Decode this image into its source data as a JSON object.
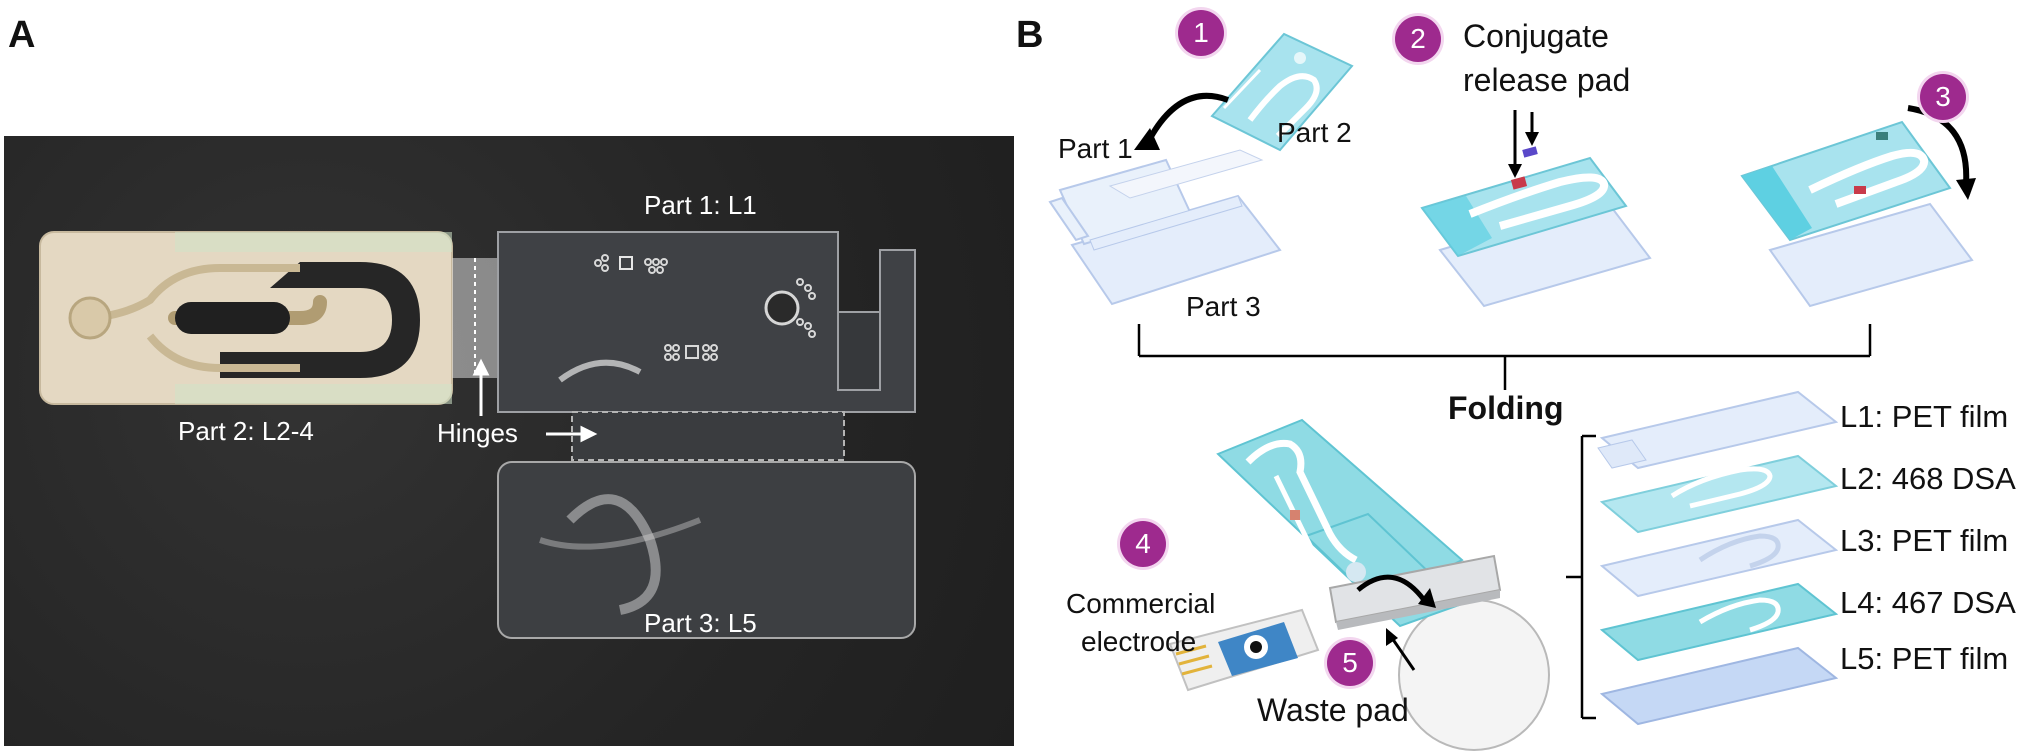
{
  "panel_a": {
    "letter": "A",
    "part1": "Part 1: L1",
    "part2": "Part 2: L2-4",
    "part3": "Part 3: L5",
    "hinges": "Hinges"
  },
  "panel_b": {
    "letter": "B",
    "steps": [
      "1",
      "2",
      "3",
      "4",
      "5"
    ],
    "part1": "Part 1",
    "part2": "Part 2",
    "part3": "Part 3",
    "conjugate_line1": "Conjugate",
    "conjugate_line2": "release pad",
    "folding": "Folding",
    "commercial_line1": "Commercial",
    "commercial_line2": "electrode",
    "waste_pad": "Waste pad",
    "layers": [
      "L1: PET film",
      "L2: 468 DSA",
      "L3: PET film",
      "L4: 467 DSA",
      "L5: PET film"
    ]
  },
  "colors": {
    "step_circle": "#9e2a8e",
    "photo_bg": "#2a2a2a",
    "pet_film": "#cfe0f7",
    "dsa_layer": "#8fdbe4"
  }
}
